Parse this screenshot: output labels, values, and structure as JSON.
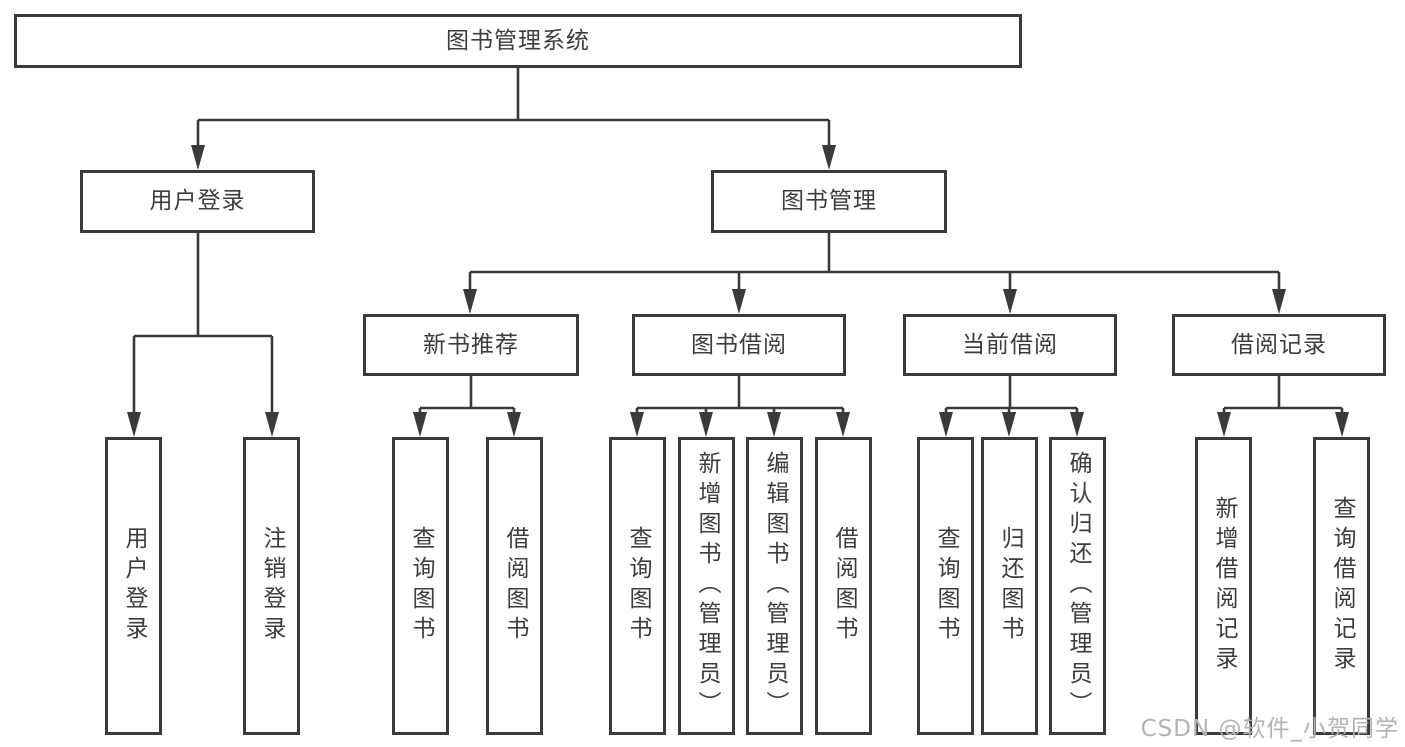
{
  "tree": {
    "label": "图书管理系统",
    "children": [
      {
        "label": "用户登录",
        "children": [
          {
            "label": "用户登录"
          },
          {
            "label": "注销登录"
          }
        ]
      },
      {
        "label": "图书管理",
        "children": [
          {
            "label": "新书推荐",
            "children": [
              {
                "label": "查询图书"
              },
              {
                "label": "借阅图书"
              }
            ]
          },
          {
            "label": "图书借阅",
            "children": [
              {
                "label": "查询图书"
              },
              {
                "label": "新增图书（管理员）"
              },
              {
                "label": "编辑图书（管理员）"
              },
              {
                "label": "借阅图书"
              }
            ]
          },
          {
            "label": "当前借阅",
            "children": [
              {
                "label": "查询图书"
              },
              {
                "label": "归还图书"
              },
              {
                "label": "确认归还（管理员）"
              }
            ]
          },
          {
            "label": "借阅记录",
            "children": [
              {
                "label": "新增借阅记录"
              },
              {
                "label": "查询借阅记录"
              }
            ]
          }
        ]
      }
    ]
  },
  "watermark": {
    "text": "CSDN @软件_小贺同学"
  },
  "colors": {
    "line": "#3a3a3a",
    "text": "#3d3d3d",
    "background": "#ffffff",
    "watermark": "#b3b3b3"
  }
}
